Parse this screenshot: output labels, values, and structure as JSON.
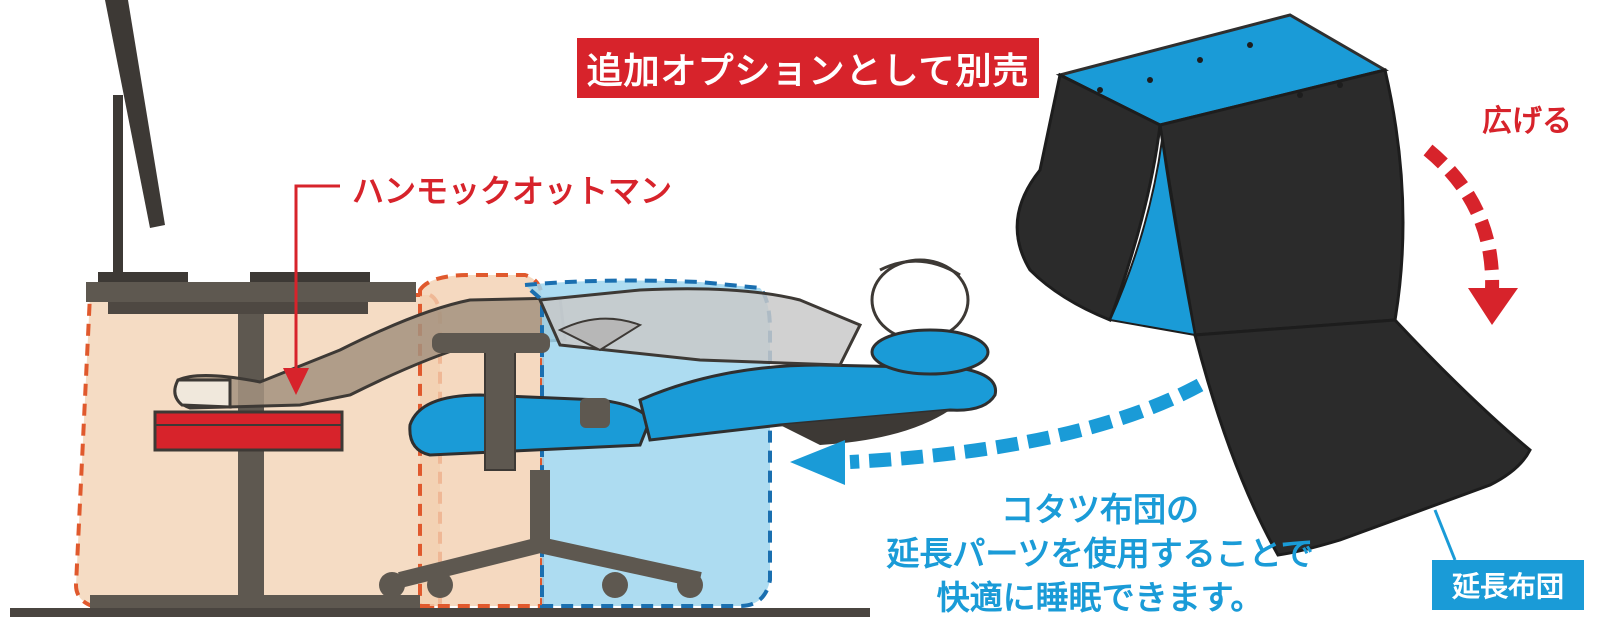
{
  "banner": {
    "text": "追加オプションとして別売"
  },
  "labels": {
    "ottoman": "ハンモックオットマン",
    "expand": "広げる",
    "extension_futon": "延長布団"
  },
  "caption": {
    "lines": [
      "コタツ布団の",
      "延長パーツを使用することで",
      "快適に睡眠できます。"
    ]
  },
  "colors": {
    "red_accent": "#d7232b",
    "blue_accent": "#1a9bd7",
    "orange_zone": "#f5dcc4",
    "blue_zone": "#9fd6ef",
    "futon_black": "#2b2b2b",
    "desk_gray": "#5e5850"
  },
  "icons": {
    "arrow_to_chair": "dashed-arrow-left-icon",
    "expand_arrow": "dashed-curved-arrow-down-icon",
    "ottoman_pointer": "pointer-arrow-down-icon"
  }
}
